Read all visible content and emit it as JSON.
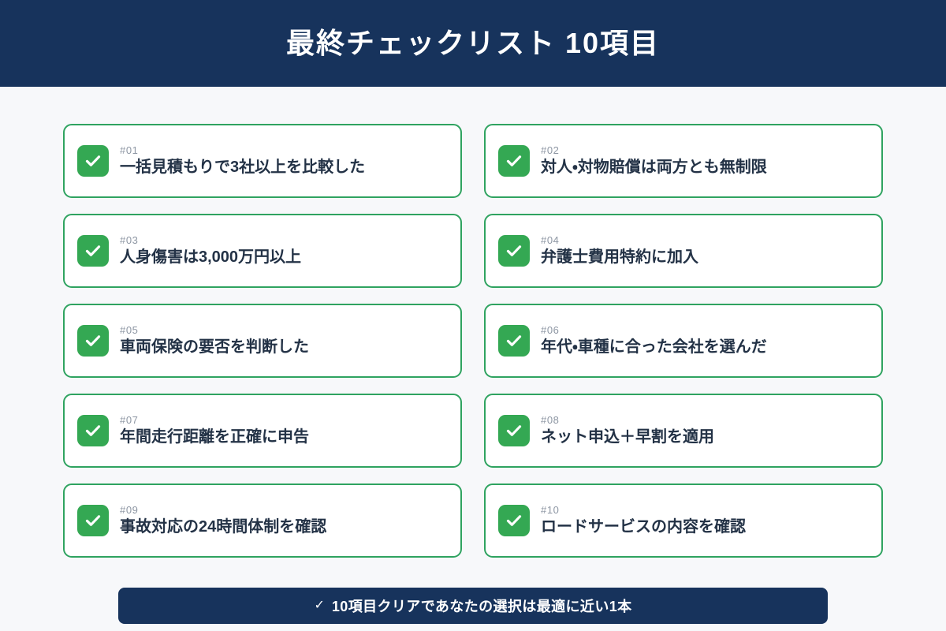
{
  "header": {
    "title": "最終チェックリスト 10項目",
    "background_color": "#17335c",
    "text_color": "#ffffff"
  },
  "theme": {
    "page_background": "#f7f8fa",
    "accent_green": "#34a853",
    "card_border": "#2fa360",
    "navy": "#17335c",
    "index_gray": "#8d96a3",
    "label_color": "#233246"
  },
  "checklist": {
    "items": [
      {
        "index": "#01",
        "label": "一括見積もりで3社以上を比較した",
        "checked": true,
        "icon": "check-icon"
      },
      {
        "index": "#02",
        "label": "対人・対物賠償は両方とも無制限",
        "checked": true,
        "icon": "check-icon"
      },
      {
        "index": "#03",
        "label": "人身傷害は3,000万円以上",
        "checked": true,
        "icon": "check-icon"
      },
      {
        "index": "#04",
        "label": "弁護士費用特約に加入",
        "checked": true,
        "icon": "check-icon"
      },
      {
        "index": "#05",
        "label": "車両保険の要否を判断した",
        "checked": true,
        "icon": "check-icon"
      },
      {
        "index": "#06",
        "label": "年代・車種に合った会社を選んだ",
        "checked": true,
        "icon": "check-icon"
      },
      {
        "index": "#07",
        "label": "年間走行距離を正確に申告",
        "checked": true,
        "icon": "check-icon"
      },
      {
        "index": "#08",
        "label": "ネット申込＋早割を適用",
        "checked": true,
        "icon": "check-icon"
      },
      {
        "index": "#09",
        "label": "事故対応の24時間体制を確認",
        "checked": true,
        "icon": "check-icon"
      },
      {
        "index": "#10",
        "label": "ロードサービスの内容を確認",
        "checked": true,
        "icon": "check-icon"
      }
    ]
  },
  "footer": {
    "check_glyph": "✓",
    "text": "10項目クリアであなたの選択は最適に近い1本"
  }
}
